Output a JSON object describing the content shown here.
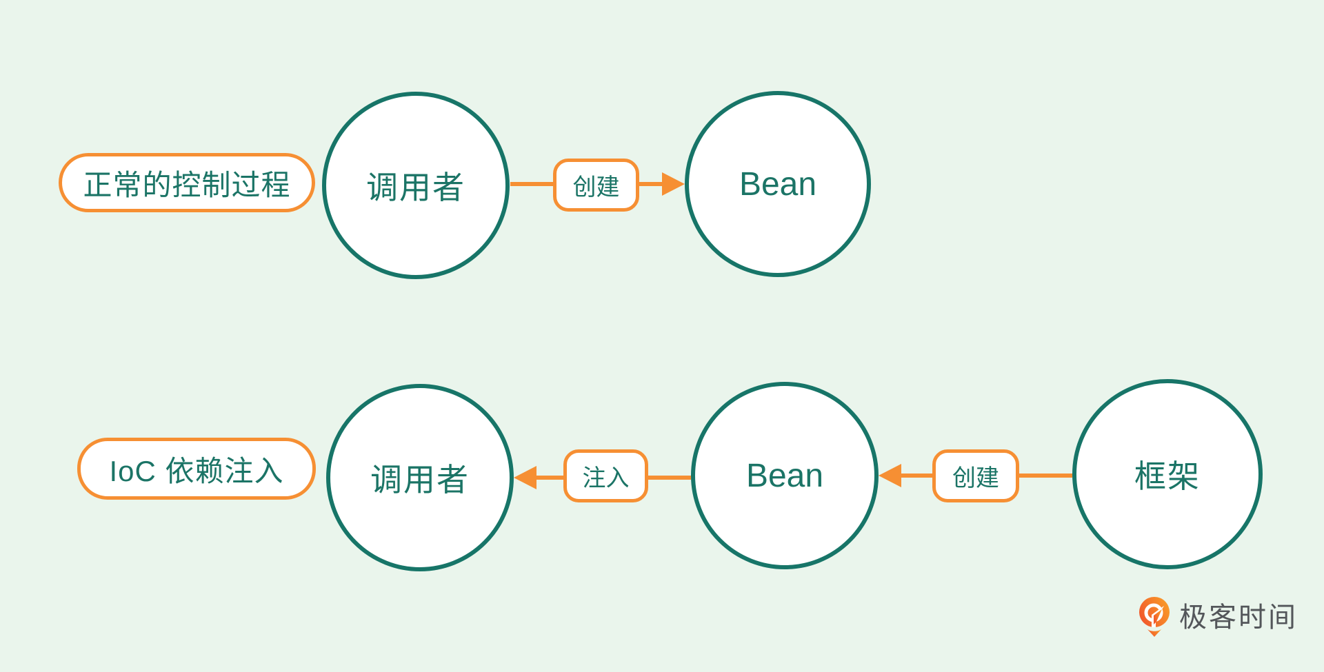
{
  "diagram_title_implicit": "IoC control flow comparison",
  "colors": {
    "background": "#eaf5ec",
    "node_stroke_teal": "#177568",
    "text_teal": "#1b7466",
    "accent_orange": "#f68f33",
    "node_fill": "#ffffff",
    "logo_text_gray": "#53565a",
    "logo_gradient_from": "#f1572d",
    "logo_gradient_to": "#f99d27"
  },
  "row1": {
    "label": "正常的控制过程",
    "node1": "调用者",
    "edge1": "创建",
    "node2": "Bean"
  },
  "row2": {
    "label": "IoC 依赖注入",
    "node1": "调用者",
    "edge1": "注入",
    "node2": "Bean",
    "edge2": "创建",
    "node3": "框架"
  },
  "branding": {
    "logo_text": "极客时间",
    "logo_icon": "geektime-pin-icon"
  }
}
